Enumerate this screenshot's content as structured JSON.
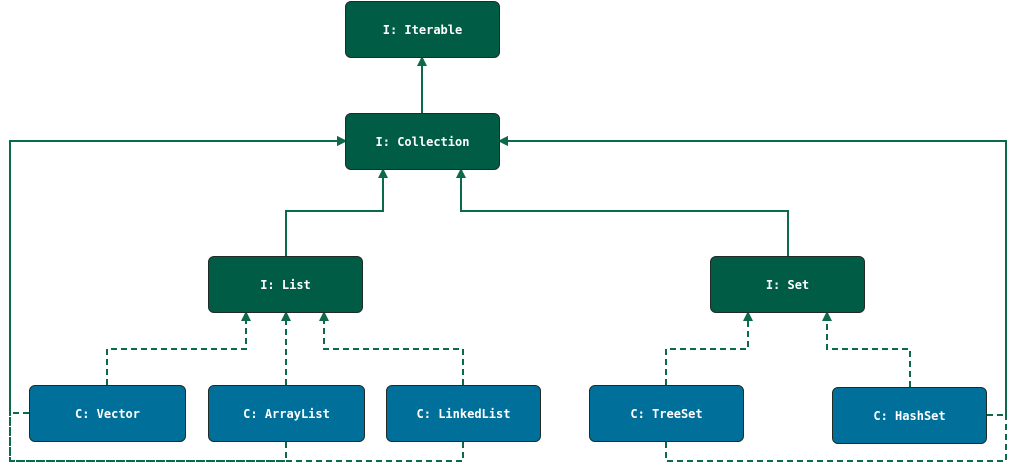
{
  "colors": {
    "interface_fill": "#005c45",
    "class_fill": "#00709a",
    "edge": "#0c6a4c",
    "label": "#ffffff"
  },
  "nodes": {
    "iterable": {
      "label": "I: Iterable",
      "kind": "interface"
    },
    "collection": {
      "label": "I: Collection",
      "kind": "interface"
    },
    "list": {
      "label": "I: List",
      "kind": "interface"
    },
    "set": {
      "label": "I: Set",
      "kind": "interface"
    },
    "vector": {
      "label": "C: Vector",
      "kind": "class"
    },
    "arraylist": {
      "label": "C: ArrayList",
      "kind": "class"
    },
    "linkedlist": {
      "label": "C: LinkedList",
      "kind": "class"
    },
    "treeset": {
      "label": "C: TreeSet",
      "kind": "class"
    },
    "hashset": {
      "label": "C: HashSet",
      "kind": "class"
    }
  },
  "edges": [
    {
      "from": "collection",
      "to": "iterable",
      "style": "solid"
    },
    {
      "from": "list",
      "to": "collection",
      "style": "solid"
    },
    {
      "from": "set",
      "to": "collection",
      "style": "solid"
    },
    {
      "from": "vector",
      "to": "list",
      "style": "dashed"
    },
    {
      "from": "arraylist",
      "to": "list",
      "style": "dashed"
    },
    {
      "from": "linkedlist",
      "to": "list",
      "style": "dashed"
    },
    {
      "from": "treeset",
      "to": "set",
      "style": "dashed"
    },
    {
      "from": "hashset",
      "to": "set",
      "style": "dashed"
    },
    {
      "from": "vector",
      "to": "collection",
      "style": "dashed"
    },
    {
      "from": "arraylist",
      "to": "collection",
      "style": "dashed"
    },
    {
      "from": "linkedlist",
      "to": "collection",
      "style": "dashed"
    },
    {
      "from": "treeset",
      "to": "collection",
      "style": "dashed"
    },
    {
      "from": "hashset",
      "to": "collection",
      "style": "dashed"
    }
  ]
}
